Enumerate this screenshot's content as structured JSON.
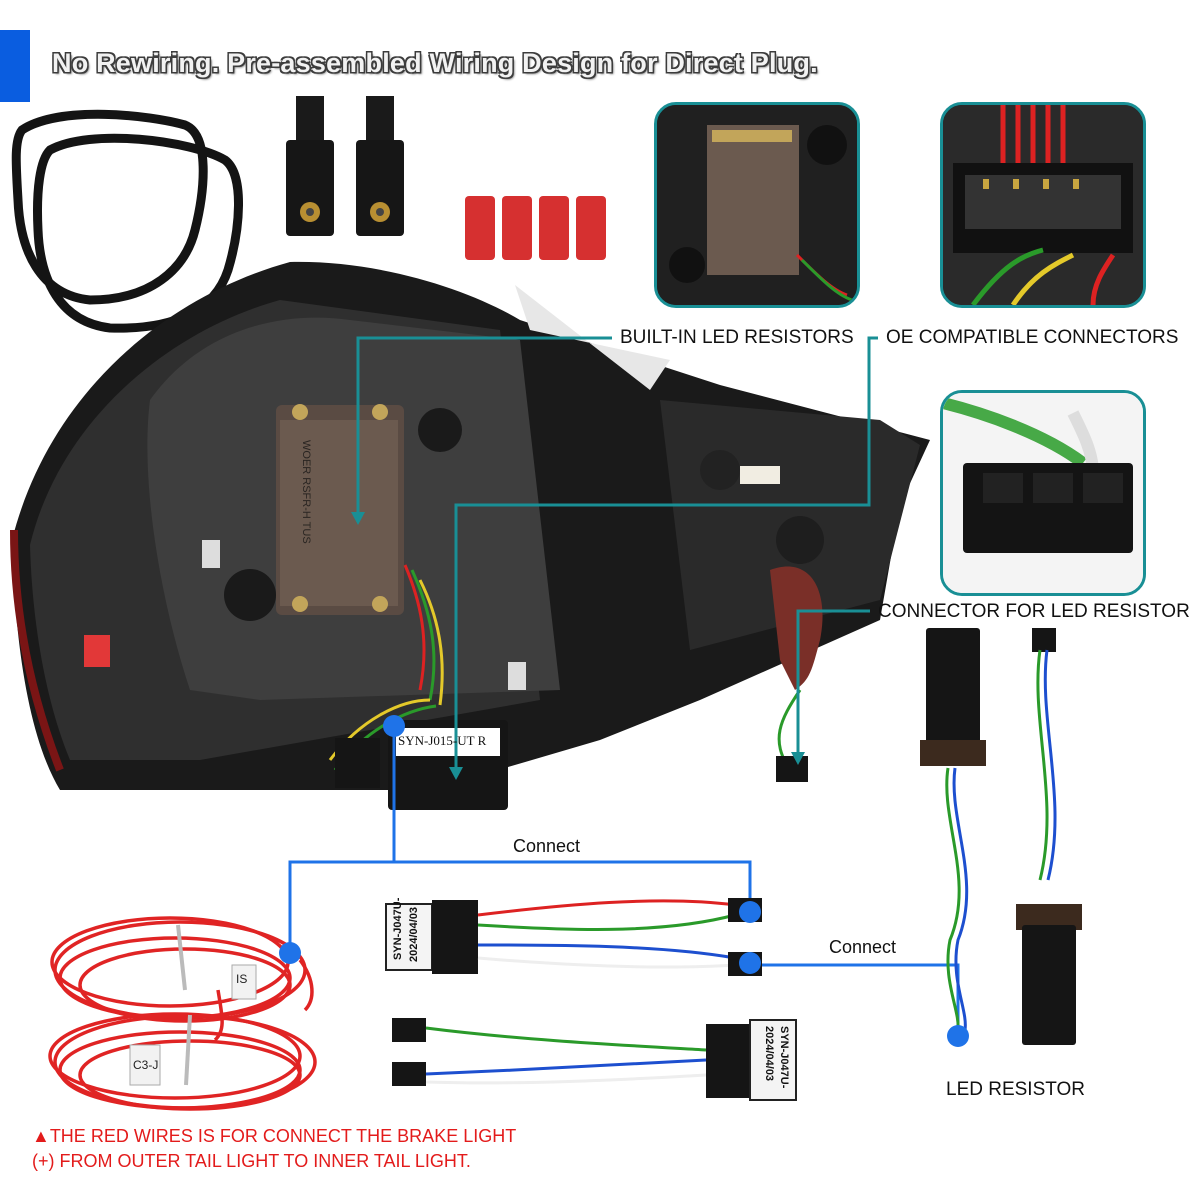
{
  "headline": "No Rewiring. Pre-assembled Wiring Design for Direct Plug.",
  "callouts": {
    "resistors": "BUILT-IN LED RESISTORS",
    "connectors": "OE COMPATIBLE CONNECTORS",
    "resistor_connector": "CONNECTOR FOR LED RESISTOR",
    "led_resistor": "LED RESISTOR"
  },
  "connect_labels": {
    "top": "Connect",
    "right": "Connect"
  },
  "harness_labels": {
    "tail_light_tag": "SYN-J015-UT R",
    "harness_1_tag": "SYN-J047U-",
    "harness_1_date": "2024/04/03",
    "harness_2_tag": "SYN-J047U-",
    "harness_2_date": "2024/04/03",
    "red_wire_tag_1": "IS",
    "red_wire_tag_2": "C3-J",
    "resistor_module_tag": "WOER RSFR-H TUS"
  },
  "note": {
    "line1": "▲THE RED WIRES IS FOR CONNECT THE BRAKE LIGHT",
    "line2": "(+) FROM OUTER TAIL LIGHT TO INNER TAIL LIGHT."
  },
  "colors": {
    "accent_blue": "#0a5de0",
    "pointer_blue": "#1f73e8",
    "callout_teal": "#198f95",
    "note_red": "#e31b1b",
    "wire_red": "#e02424"
  }
}
